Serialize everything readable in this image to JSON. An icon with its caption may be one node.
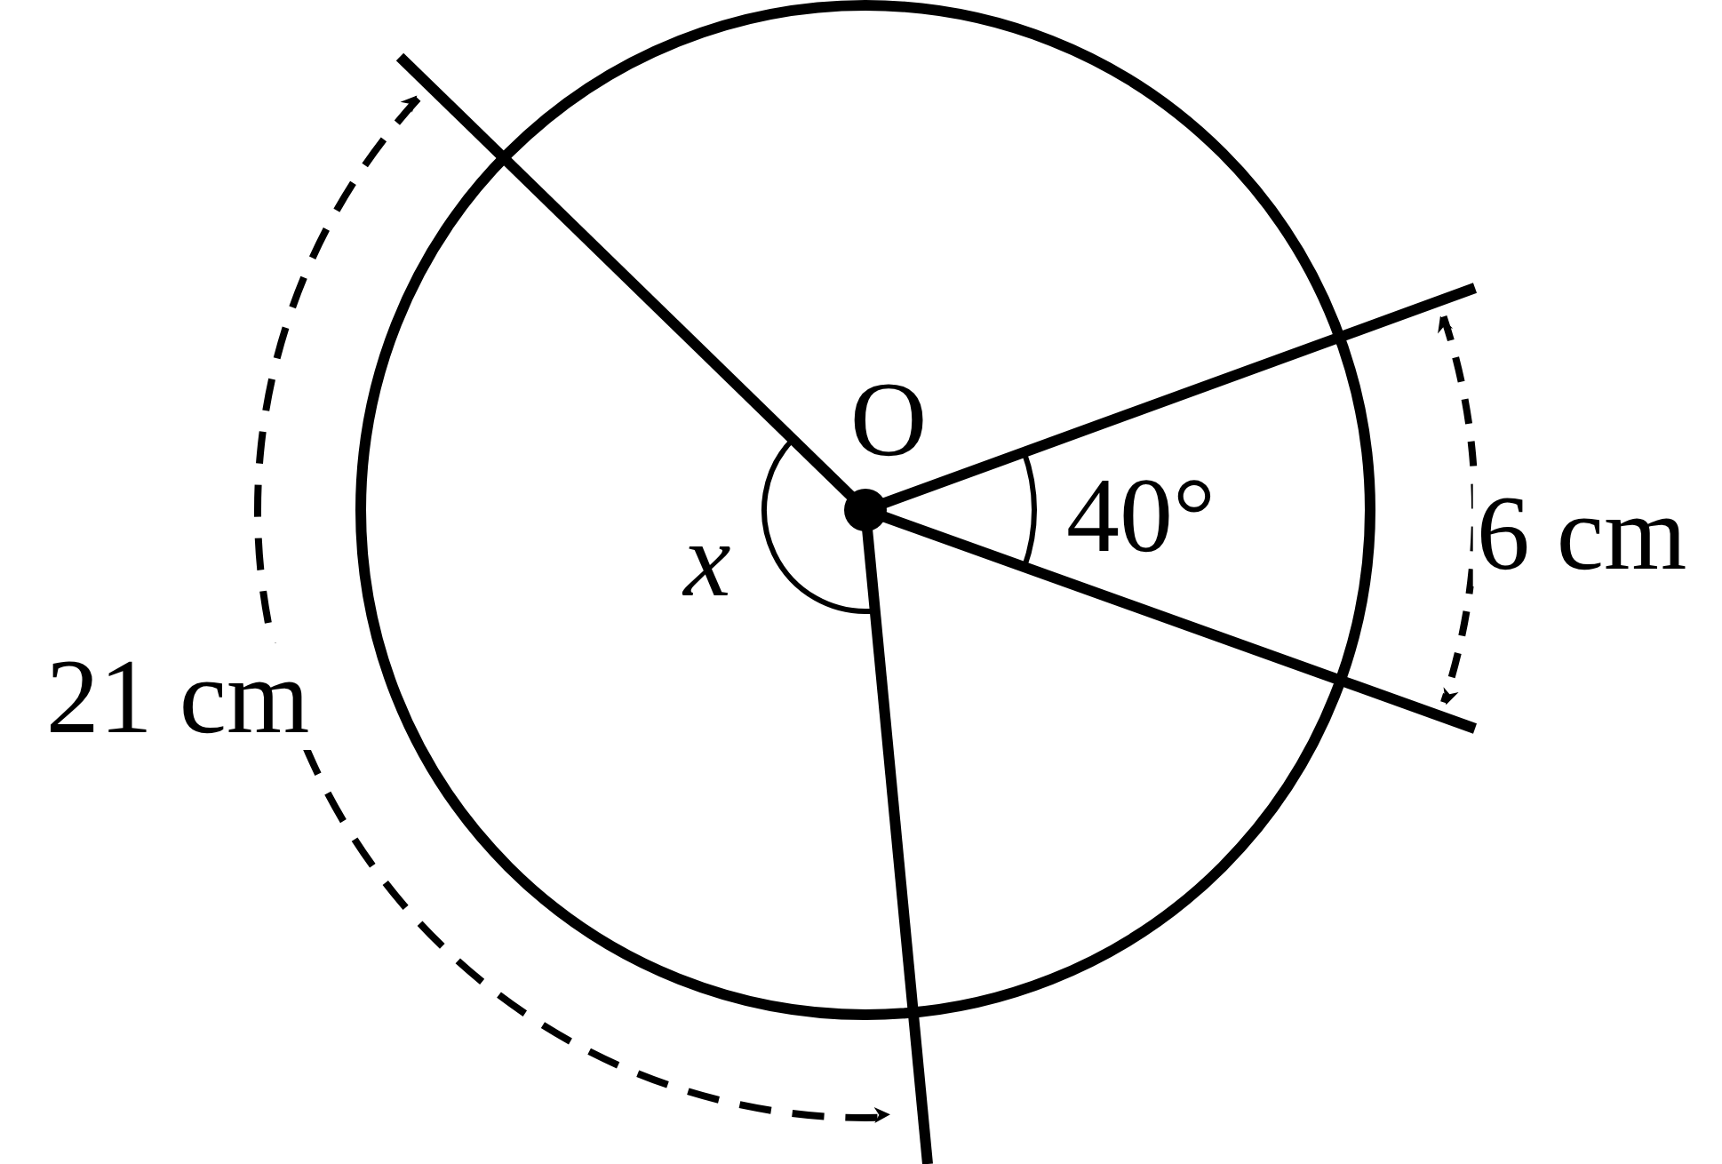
{
  "diagram": {
    "labels": [
      "O",
      "40°",
      "6 cm",
      "x",
      "21 cm"
    ]
  }
}
